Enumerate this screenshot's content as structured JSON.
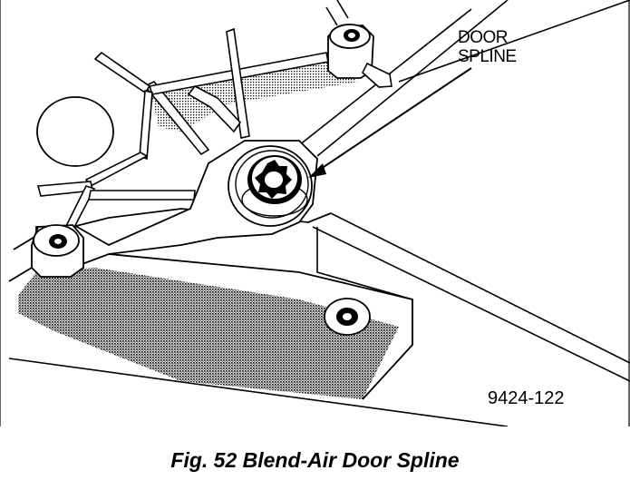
{
  "figure": {
    "callout_line1": "DOOR",
    "callout_line2": "SPLINE",
    "part_number": "9424-122",
    "caption": "Fig. 52 Blend-Air Door Spline"
  },
  "colors": {
    "ink": "#000000",
    "shade": "#8c8c8c",
    "background": "#ffffff"
  }
}
